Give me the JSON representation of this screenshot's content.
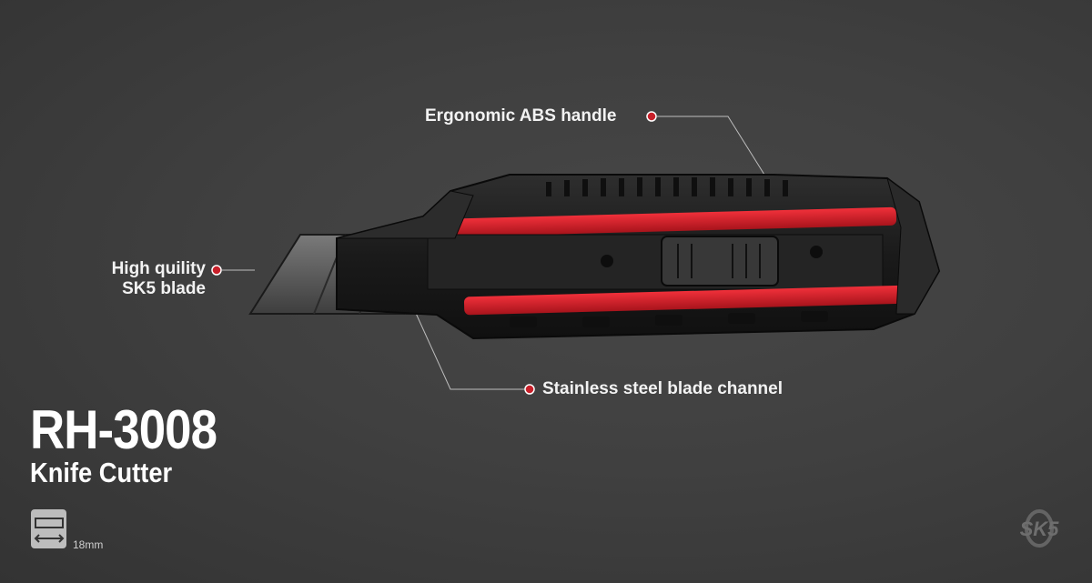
{
  "product": {
    "model": "RH-3008",
    "name": "Knife Cutter",
    "spec_value": "18mm",
    "spec_icon": "ruler-width-icon"
  },
  "callouts": {
    "handle": "Ergonomic ABS handle",
    "blade_line1": "High quility",
    "blade_line2": "SK5 blade",
    "channel": "Stainless steel blade channel"
  },
  "logo": {
    "text": "SK5"
  },
  "colors": {
    "background": "#3c3c3c",
    "accent": "#d4202a",
    "dot": "#c8202a"
  }
}
